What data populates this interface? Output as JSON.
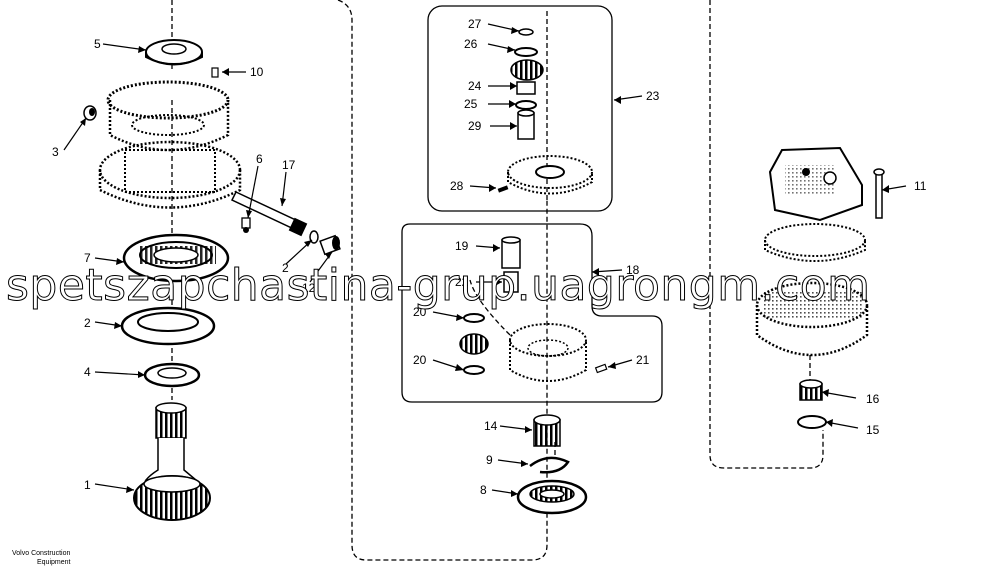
{
  "labels": {
    "l1": "1",
    "l2a": "2",
    "l2b": "2",
    "l3": "3",
    "l4": "4",
    "l5": "5",
    "l6": "6",
    "l7": "7",
    "l8": "8",
    "l9": "9",
    "l10": "10",
    "l11": "11",
    "l12": "12",
    "l14": "14",
    "l15": "15",
    "l16": "16",
    "l17": "17",
    "l18": "18",
    "l19": "19",
    "l20a": "20",
    "l20b": "20",
    "l21": "21",
    "l22": "22",
    "l23": "23",
    "l24": "24",
    "l25": "25",
    "l26": "26",
    "l27": "27",
    "l28": "28",
    "l29": "29"
  },
  "watermark": "spetszapchastina-grup.uagrongm.com",
  "caption": {
    "line1": "Volvo Construction",
    "line2": "Equipment"
  }
}
